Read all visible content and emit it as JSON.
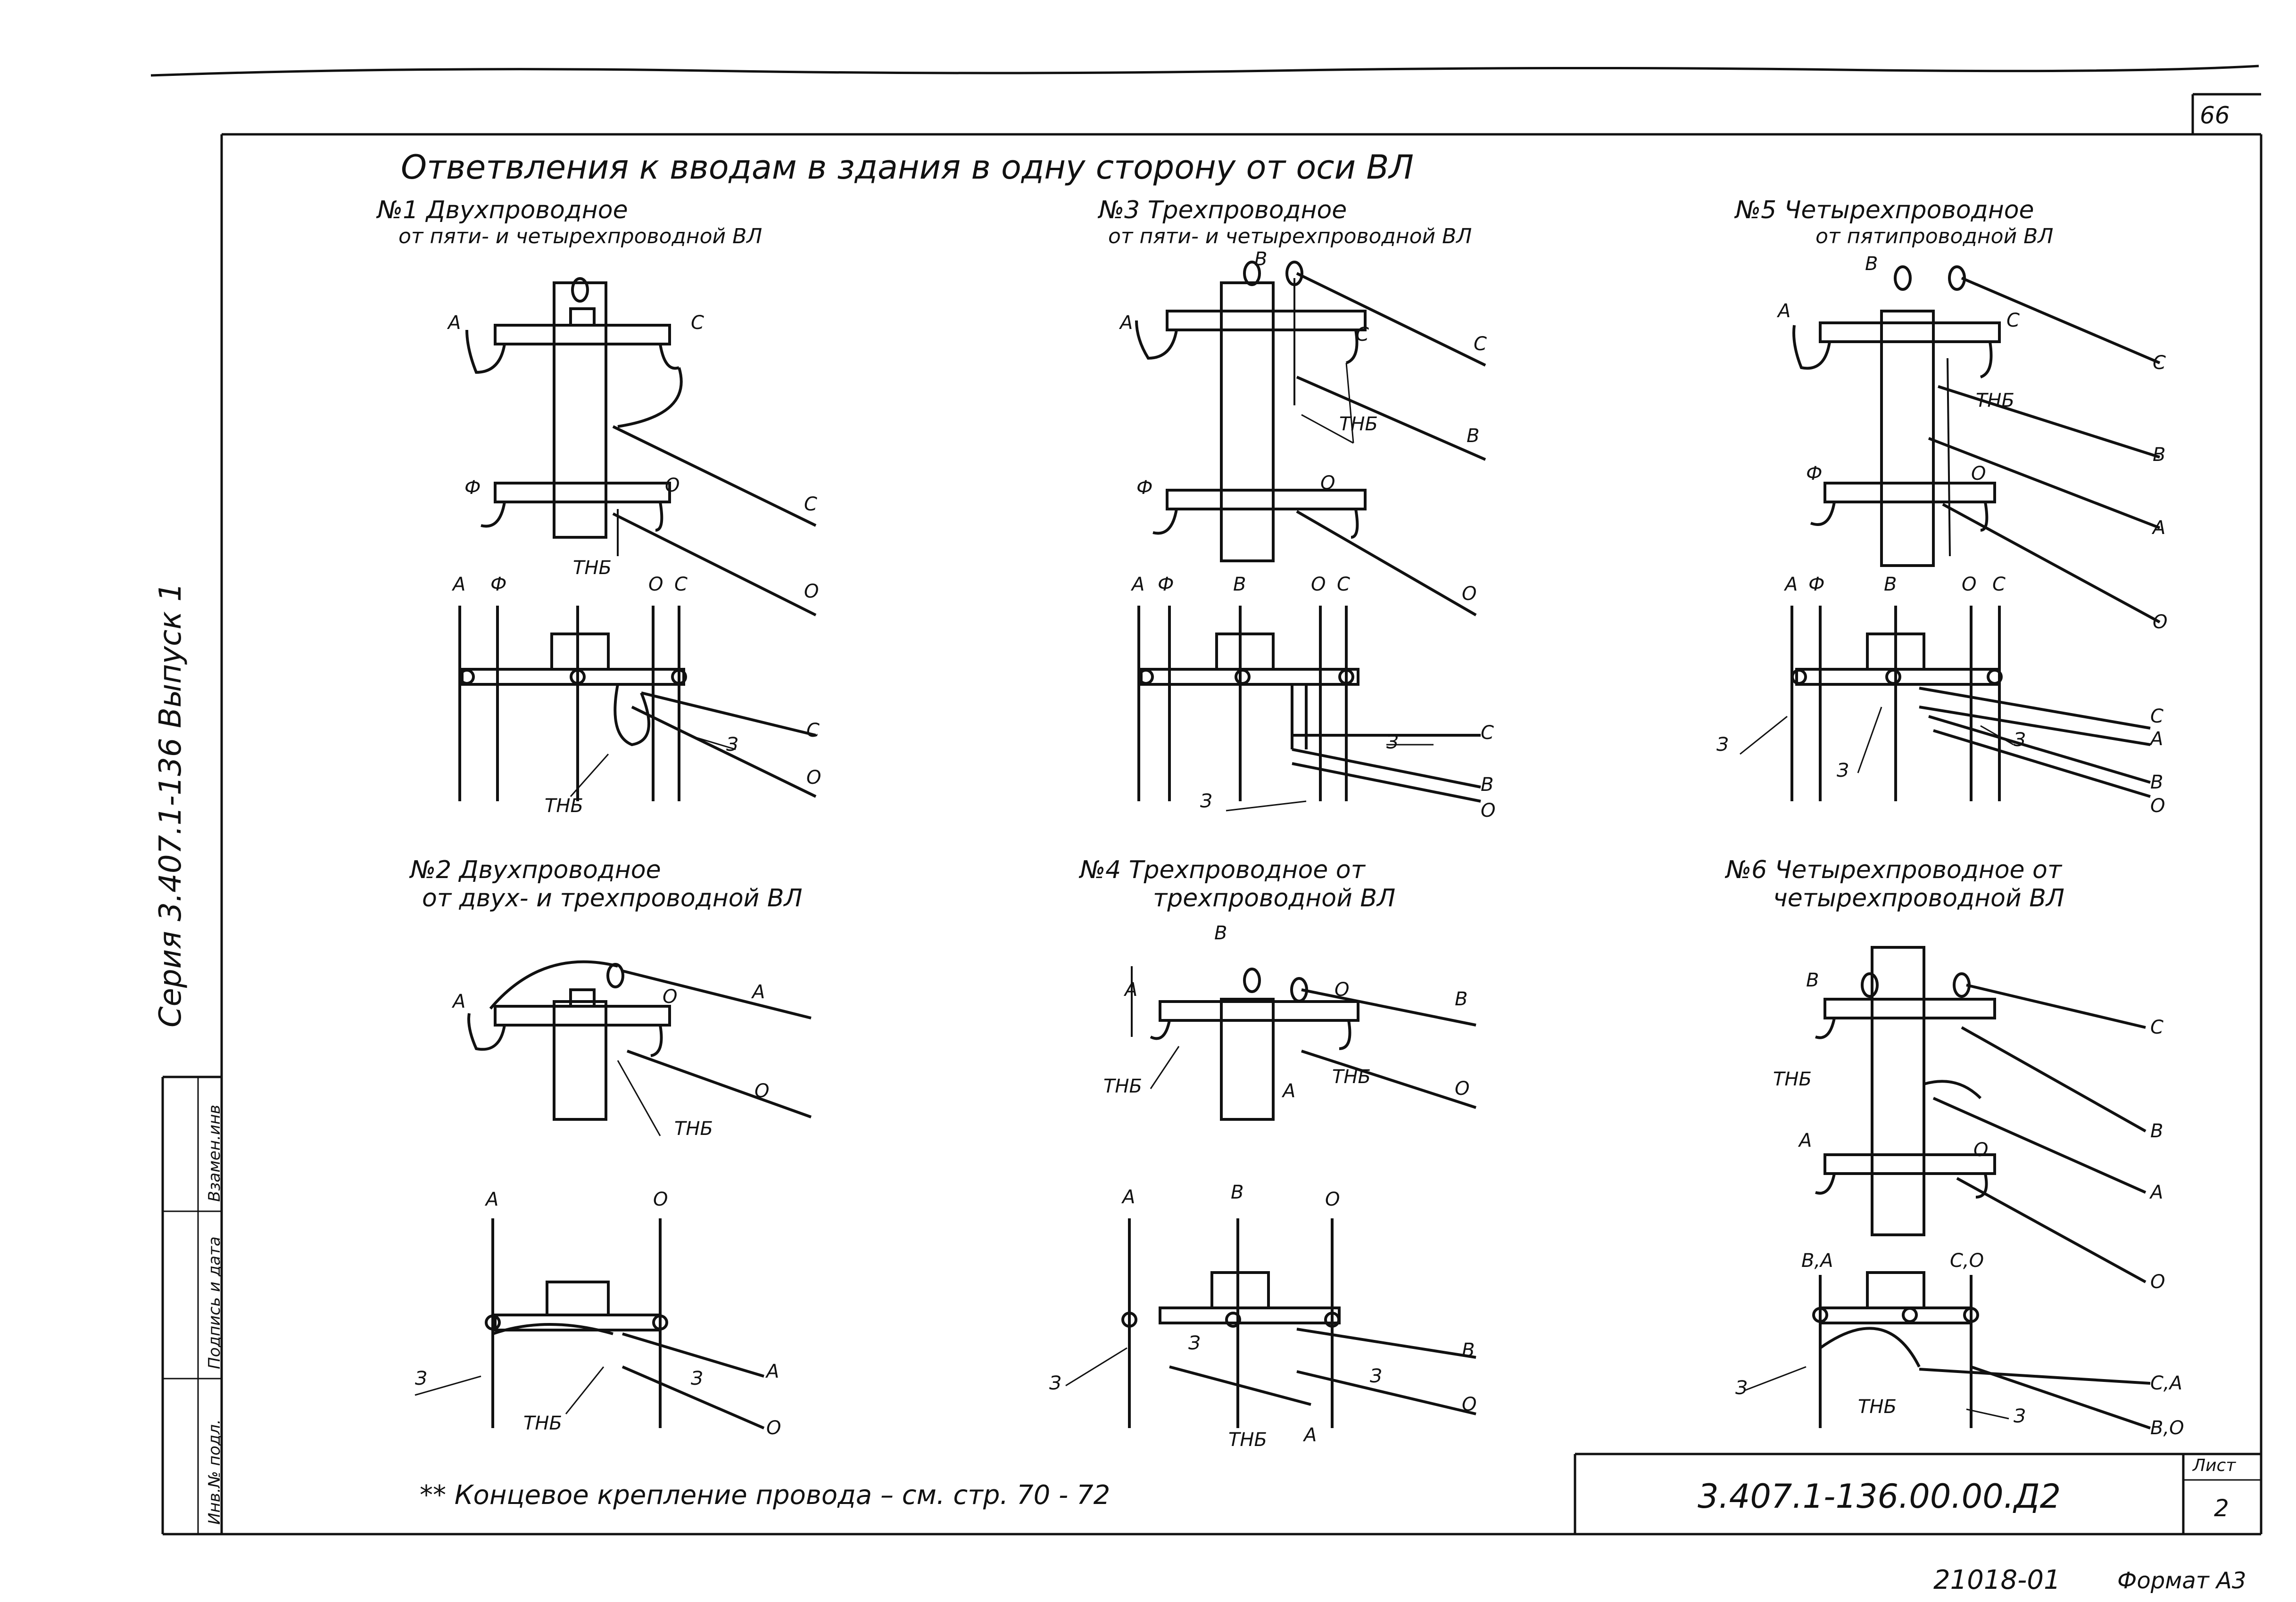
{
  "sheet": {
    "page_number": "66",
    "title": "Ответвления к вводам в здания в одну сторону от оси ВЛ",
    "side_label": "Серия 3.407.1-136 Выпуск 1",
    "designation": "3.407.1-136.00.00.Д2",
    "sheet_label": "Лист",
    "sheet_number": "2",
    "stamp_columns": [
      "Инв.№ подл.",
      "Подпись и дата",
      "Взамен.инв"
    ],
    "footnote": "** Концевое крепление провода – см. стр. 70 - 72",
    "order_number": "21018-01",
    "format_label": "Формат А3"
  },
  "panels": [
    {
      "num": "№1",
      "title": "Двухпроводное",
      "subtitle": "от пяти- и четырехпроводной ВЛ",
      "top_labels": {
        "a": "А",
        "c": "С",
        "f": "Ф",
        "o": "О",
        "tnb": "ТНБ",
        "end_c": "С",
        "end_o": "О"
      },
      "plan_labels": {
        "a": "А",
        "f": "Ф",
        "o": "О",
        "c": "С",
        "z": "З",
        "end_c": "С",
        "end_o": "О",
        "tnb": "ТНБ"
      }
    },
    {
      "num": "№3",
      "title": "Трехпроводное",
      "subtitle": "от пяти- и четырехпроводной ВЛ",
      "top_labels": {
        "b": "В",
        "a": "А",
        "c": "С",
        "f": "Ф",
        "o": "О",
        "tnb": "ТНБ",
        "end_c": "С",
        "end_b": "В",
        "end_o": "О"
      },
      "plan_labels": {
        "a": "А",
        "f": "Ф",
        "b": "В",
        "o": "О",
        "c": "С",
        "z1": "З",
        "z2": "З",
        "end_c": "С",
        "end_b": "В",
        "end_o": "О"
      }
    },
    {
      "num": "№5",
      "title": "Четырехпроводное",
      "subtitle": "от пятипроводной ВЛ",
      "top_labels": {
        "b": "В",
        "a": "А",
        "c": "С",
        "f": "Ф",
        "o": "О",
        "tnb": "ТНБ",
        "end_c": "С",
        "end_b": "В",
        "end_a": "А",
        "end_o": "О"
      },
      "plan_labels": {
        "a": "А",
        "f": "Ф",
        "b": "В",
        "o": "О",
        "c": "С",
        "z1": "З",
        "z2": "З",
        "z3": "З",
        "end_c": "С",
        "end_a": "А",
        "end_b": "В",
        "end_o": "О"
      }
    },
    {
      "num": "№2",
      "title": "Двухпроводное",
      "subtitle": "от двух- и трехпроводной ВЛ",
      "top_labels": {
        "a": "А",
        "o": "О",
        "tnb": "ТНБ",
        "end_a": "А",
        "end_o": "О"
      },
      "plan_labels": {
        "a": "А",
        "o": "О",
        "z1": "З",
        "z2": "З",
        "tnb": "ТНБ",
        "end_a": "А",
        "end_o": "О"
      }
    },
    {
      "num": "№4",
      "title": "Трехпроводное от",
      "subtitle": "трехпроводной ВЛ",
      "top_labels": {
        "b": "В",
        "a": "А",
        "o": "О",
        "tnb1": "ТНБ",
        "tnb2": "ТНБ",
        "a2": "А",
        "end_b": "В",
        "end_o": "О"
      },
      "plan_labels": {
        "a": "А",
        "b": "В",
        "o": "О",
        "z1": "З",
        "z2": "З",
        "z3": "З",
        "tnb": "ТНБ",
        "a2": "А",
        "end_b": "В",
        "end_o": "О"
      }
    },
    {
      "num": "№6",
      "title": "Четырехпроводное от",
      "subtitle": "четырехпроводной ВЛ",
      "top_labels": {
        "b": "В",
        "a": "А",
        "o": "О",
        "tnb": "ТНБ",
        "end_c": "С",
        "end_b": "В",
        "end_a": "А",
        "end_o": "О"
      },
      "plan_labels": {
        "ba": "В,А",
        "co": "С,О",
        "z1": "З",
        "z2": "З",
        "tnb": "ТНБ",
        "end_ca": "С,А",
        "end_bo": "В,О"
      }
    }
  ]
}
